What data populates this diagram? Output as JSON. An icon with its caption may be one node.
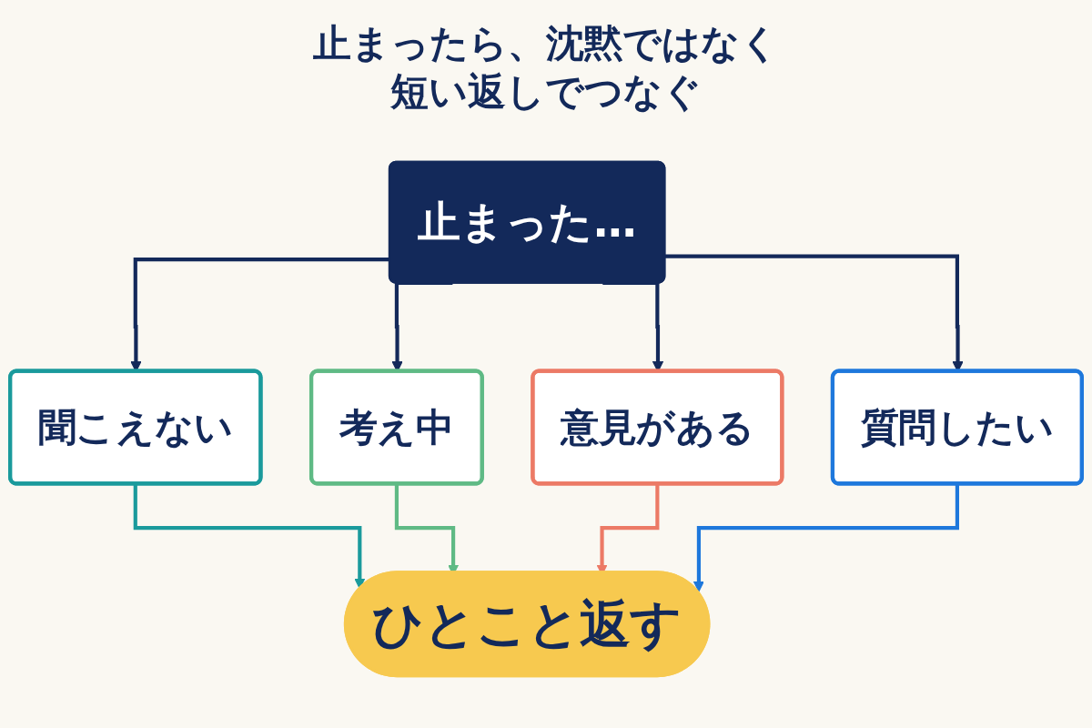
{
  "diagram": {
    "title": "止まったら、沈黙ではなく短い返しでつなぐ",
    "nodes": [
      {
        "text": [
          "止まった…"
        ]
      },
      {
        "text": [
          "聞こえない"
        ]
      },
      {
        "text": [
          "考え中"
        ]
      },
      {
        "text": [
          "意見がある"
        ]
      },
      {
        "text": [
          "質問したい"
        ]
      },
      {
        "text": [
          "ひとこと返す"
        ]
      }
    ],
    "edges": [
      {
        "from": 0,
        "to": 1,
        "arrow": "to"
      },
      {
        "from": 0,
        "to": 2,
        "arrow": "to"
      },
      {
        "from": 0,
        "to": 3,
        "arrow": "to"
      },
      {
        "from": 0,
        "to": 4,
        "arrow": "to"
      },
      {
        "from": 1,
        "to": 5,
        "arrow": "to",
        "color": "#1a9a9c"
      },
      {
        "from": 2,
        "to": 5,
        "arrow": "to",
        "color": "#5fba85"
      },
      {
        "from": 3,
        "to": 5,
        "arrow": "to",
        "color": "#ec7a66"
      },
      {
        "from": 4,
        "to": 5,
        "arrow": "to",
        "color": "#1e78dc"
      }
    ]
  }
}
